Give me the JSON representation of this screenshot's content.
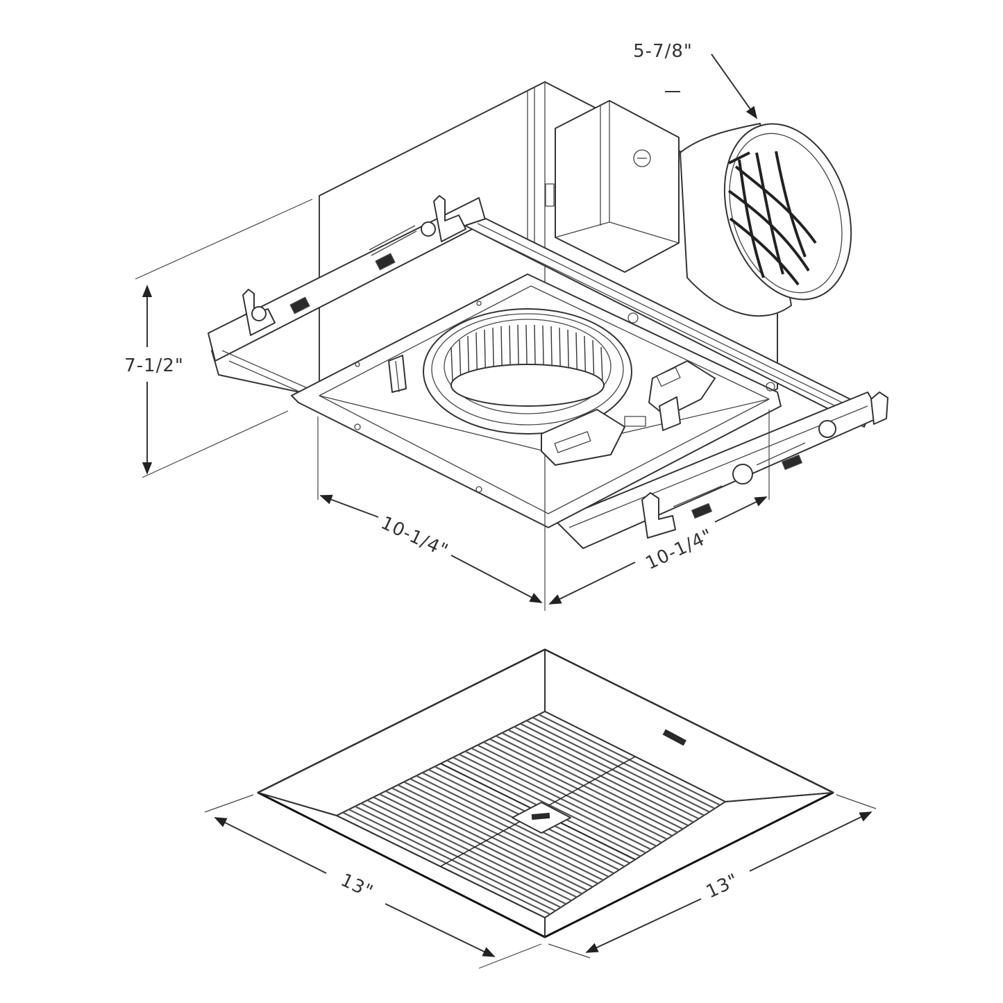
{
  "dimensions": {
    "duct_diameter": "5-7/8\"",
    "housing_height": "7-1/2\"",
    "housing_width_left": "10-1/4\"",
    "housing_width_right": "10-1/4\"",
    "grille_width_left": "13\"",
    "grille_width_right": "13\""
  }
}
